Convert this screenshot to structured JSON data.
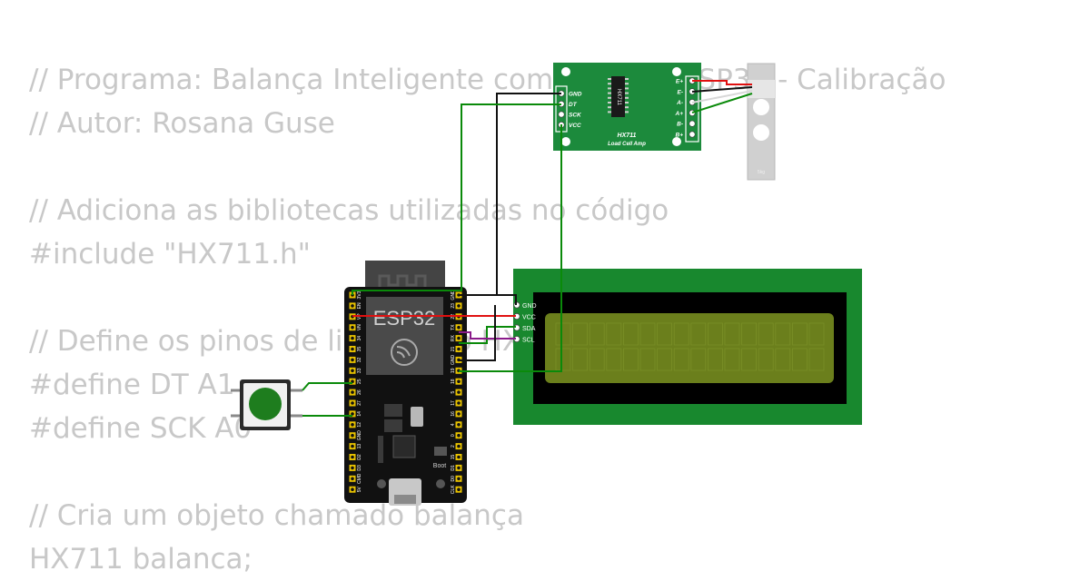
{
  "code_lines": [
    "// Programa: Balança Inteligente com Arduino ESP32 - Calibração",
    "// Autor: Rosana Guse",
    "",
    "// Adiciona as bibliotecas utilizadas no código",
    "#include \"HX711.h\"",
    "",
    "// Define os pinos de ligação do HX711",
    "#define DT A1",
    "#define SCK A0",
    "",
    "// Cria um objeto chamado balança",
    "HX711 balanca;"
  ],
  "hx711": {
    "chip_label": "HX711",
    "board_title": "HX711",
    "board_subtitle": "Load Cell Amp",
    "left_pins": [
      "GND",
      "DT",
      "SCK",
      "VCC"
    ],
    "right_pins": [
      "E+",
      "E-",
      "A-",
      "A+",
      "B-",
      "B+"
    ]
  },
  "load_cell": {
    "label": "5kg"
  },
  "esp32": {
    "module_label": "ESP32",
    "boot_label": "Boot",
    "left_pins": [
      "3V3",
      "EN",
      "VP",
      "VN",
      "34",
      "35",
      "32",
      "33",
      "25",
      "26",
      "27",
      "14",
      "12",
      "GND",
      "13",
      "D2",
      "D3",
      "CMD",
      "5V"
    ],
    "right_pins": [
      "GND",
      "23",
      "22",
      "TX",
      "RX",
      "21",
      "GND",
      "19",
      "18",
      "5",
      "17",
      "16",
      "4",
      "0",
      "2",
      "15",
      "D1",
      "D0",
      "CLK"
    ]
  },
  "lcd": {
    "pins": [
      "GND",
      "VCC",
      "SDA",
      "SCL"
    ]
  },
  "colors": {
    "board_green": "#1c8a3c",
    "lcd_green": "#18882e",
    "lcd_screen": "#6b7f1c",
    "wire_green": "#0a8a0a",
    "wire_black": "#111111",
    "wire_red": "#e01010",
    "wire_purple": "#8a1a8a",
    "button_green": "#1e7d1e"
  }
}
